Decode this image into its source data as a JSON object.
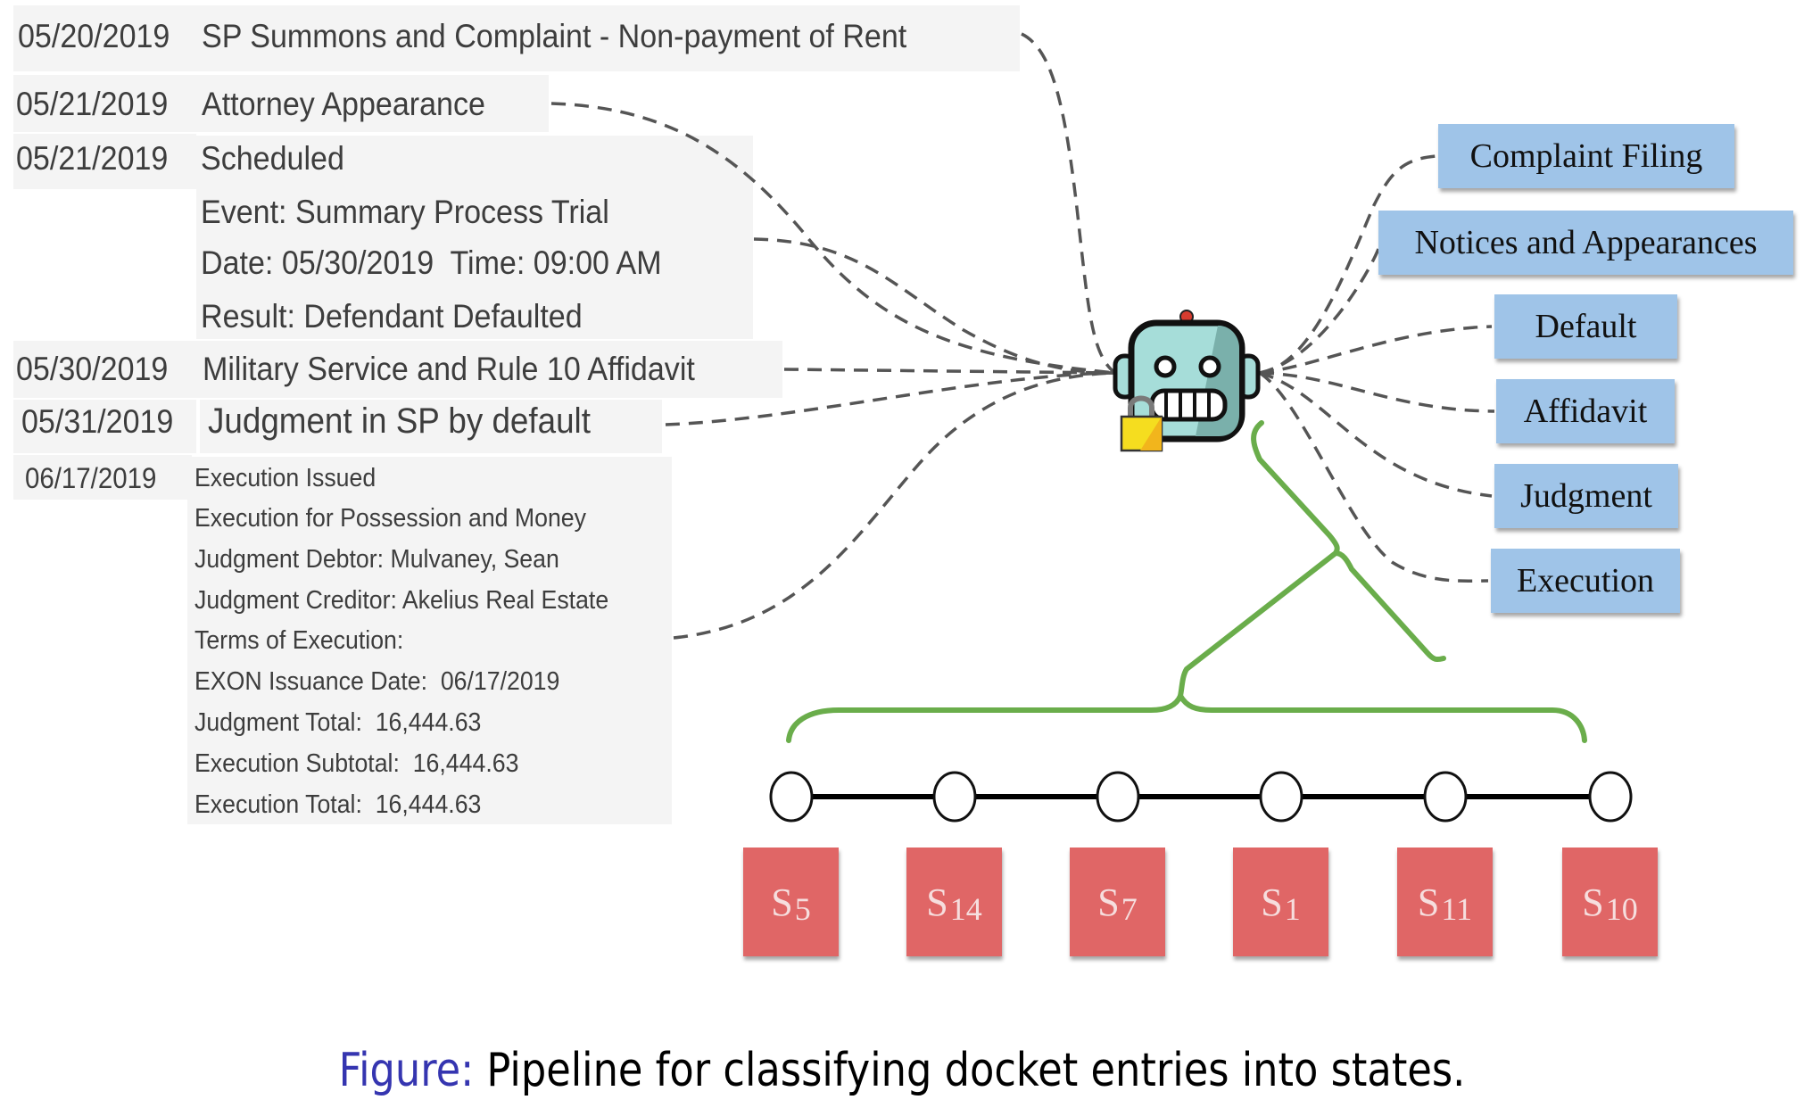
{
  "docket": {
    "entries": [
      {
        "date": "05/20/2019",
        "text": "SP Summons and Complaint - Non-payment of Rent"
      },
      {
        "date": "05/21/2019",
        "text": "Attorney Appearance"
      },
      {
        "date": "05/21/2019",
        "text": "Scheduled",
        "details": [
          "Event: Summary Process Trial",
          "Date: 05/30/2019  Time: 09:00 AM",
          "Result: Defendant Defaulted"
        ]
      },
      {
        "date": "05/30/2019",
        "text": "Military Service and Rule 10 Affidavit"
      },
      {
        "date": "05/31/2019",
        "text": "Judgment in SP by default"
      },
      {
        "date": "06/17/2019",
        "text": "Execution Issued",
        "details": [
          "Execution for Possession and Money",
          "Judgment Debtor: Mulvaney, Sean",
          "Judgment Creditor: Akelius Real Estate",
          "Terms of Execution:",
          "EXON Issuance Date:  06/17/2019",
          "Judgment Total:  16,444.63",
          "Execution Subtotal:  16,444.63",
          "Execution Total:  16,444.63"
        ]
      }
    ]
  },
  "classifier": {
    "icon": "robot-with-lock-icon"
  },
  "categories": [
    "Complaint Filing",
    "Notices and Appearances",
    "Default",
    "Affidavit",
    "Judgment",
    "Execution"
  ],
  "states": [
    {
      "base": "S",
      "sub": "5"
    },
    {
      "base": "S",
      "sub": "14"
    },
    {
      "base": "S",
      "sub": "7"
    },
    {
      "base": "S",
      "sub": "1"
    },
    {
      "base": "S",
      "sub": "11"
    },
    {
      "base": "S",
      "sub": "10"
    }
  ],
  "colors": {
    "category_box": "#9fc4e8",
    "state_box": "#e06666",
    "brace": "#6aad4b",
    "connector": "#555555",
    "caption_label": "#3535b0"
  },
  "caption": {
    "label": "Figure:",
    "text": " Pipeline for classifying docket entries into states."
  }
}
